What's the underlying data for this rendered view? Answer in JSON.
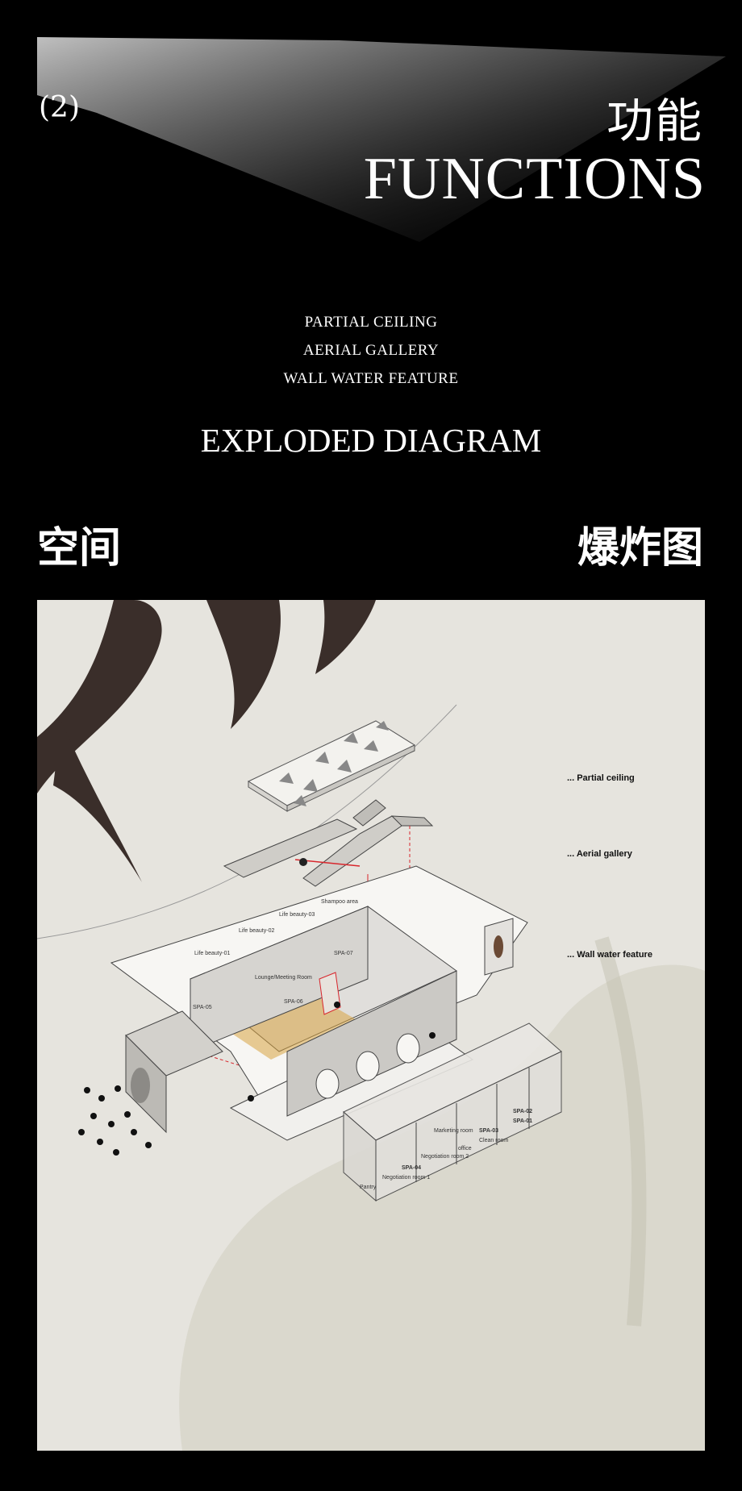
{
  "header": {
    "section_number": "(2)",
    "title_cn": "功能",
    "title_en": "FUNCTIONS"
  },
  "features": [
    "PARTIAL CEILING",
    "AERIAL GALLERY",
    "WALL WATER FEATURE"
  ],
  "diagram_title": "EXPLODED DIAGRAM",
  "subtitle_left": "空间",
  "subtitle_right": "爆炸图",
  "callouts": {
    "partial_ceiling": "... Partial ceiling",
    "aerial_gallery": "... Aerial gallery",
    "wall_water_feature": "... Wall water feature"
  },
  "rooms": {
    "spa_05": "SPA-05",
    "spa_06": "SPA-06",
    "spa_07": "SPA-07",
    "lounge": "Lounge/Meeting Room",
    "life_beauty_01": "Life beauty-01",
    "life_beauty_02": "Life beauty-02",
    "life_beauty_03": "Life beauty-03",
    "shampoo_area": "Shampoo area",
    "spa_04": "SPA-04",
    "spa_03": "SPA-03",
    "spa_02": "SPA-02",
    "spa_01": "SPA-01",
    "pantry": "Pantry",
    "negotiation_1": "Negotiation room 1",
    "negotiation_2": "Negotiation room 2",
    "marketing_room": "Marketing room",
    "office": "office",
    "clean_room": "Clean room"
  },
  "colors": {
    "background": "#000000",
    "panel": "#e6e4de",
    "accent_red": "#d8262c",
    "floor_gold": "#d9a441",
    "brush_dark": "#3a2e2a"
  }
}
